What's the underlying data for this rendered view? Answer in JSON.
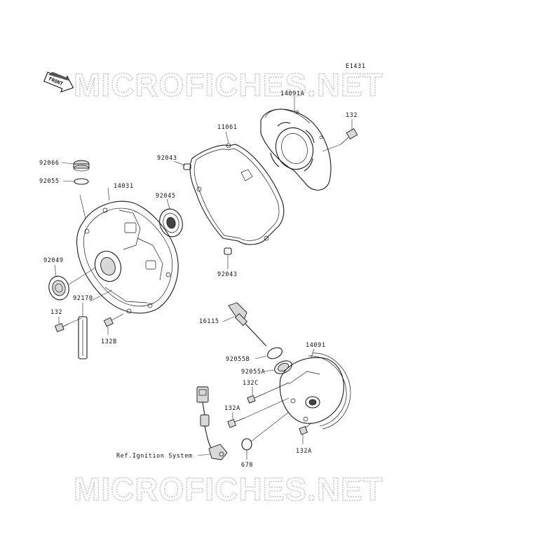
{
  "watermark": {
    "text": "MICROFICHES.NET"
  },
  "front_badge": {
    "text": "FRONT"
  },
  "diagram_code": "E1431",
  "parts": [
    {
      "id": "p14091A",
      "label": "14091A"
    },
    {
      "id": "p132top",
      "label": "132"
    },
    {
      "id": "p11061",
      "label": "11061"
    },
    {
      "id": "p92043a",
      "label": "92043"
    },
    {
      "id": "p92043b",
      "label": "92043"
    },
    {
      "id": "p92066",
      "label": "92066"
    },
    {
      "id": "p92055",
      "label": "92055"
    },
    {
      "id": "p14031",
      "label": "14031"
    },
    {
      "id": "p92045",
      "label": "92045"
    },
    {
      "id": "p92049",
      "label": "92049"
    },
    {
      "id": "p92170",
      "label": "92170"
    },
    {
      "id": "p132left",
      "label": "132"
    },
    {
      "id": "p132B",
      "label": "132B"
    },
    {
      "id": "p16115",
      "label": "16115"
    },
    {
      "id": "p92055B",
      "label": "92055B"
    },
    {
      "id": "p92055A",
      "label": "92055A"
    },
    {
      "id": "p14091",
      "label": "14091"
    },
    {
      "id": "p132C",
      "label": "132C"
    },
    {
      "id": "p132A_l",
      "label": "132A"
    },
    {
      "id": "p132A_r",
      "label": "132A"
    },
    {
      "id": "p670",
      "label": "670"
    },
    {
      "id": "pIgn",
      "label": "Ref.Ignition System"
    }
  ]
}
